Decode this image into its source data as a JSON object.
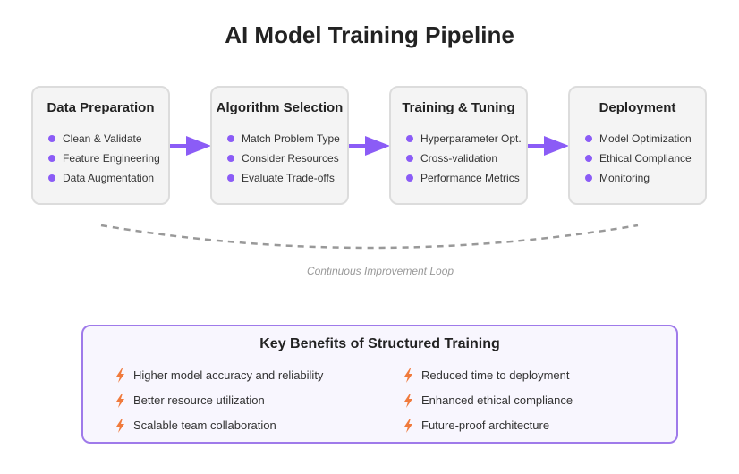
{
  "title": "AI Model Training Pipeline",
  "stages": [
    {
      "title": "Data Preparation",
      "items": [
        "Clean & Validate",
        "Feature Engineering",
        "Data Augmentation"
      ]
    },
    {
      "title": "Algorithm Selection",
      "items": [
        "Match Problem Type",
        "Consider Resources",
        "Evaluate Trade-offs"
      ]
    },
    {
      "title": "Training & Tuning",
      "items": [
        "Hyperparameter Opt.",
        "Cross-validation",
        "Performance Metrics"
      ]
    },
    {
      "title": "Deployment",
      "items": [
        "Model Optimization",
        "Ethical Compliance",
        "Monitoring"
      ]
    }
  ],
  "loop_label": "Continuous Improvement Loop",
  "benefits": {
    "title": "Key Benefits of Structured Training",
    "items": [
      "Higher model accuracy and reliability",
      "Better resource utilization",
      "Scalable team collaboration",
      "Reduced time to deployment",
      "Enhanced ethical compliance",
      "Future-proof architecture"
    ]
  },
  "colors": {
    "accent": "#8b5cf6",
    "bolt": "#f07a3c",
    "box_fill": "#f4f4f4",
    "box_border": "#dcdcdc",
    "benefits_border": "#9f7aea",
    "loop_line": "#999999"
  },
  "icons": {
    "arrow": "arrow-right-icon",
    "bullet": "dot-icon",
    "benefit": "lightning-bolt-icon"
  }
}
